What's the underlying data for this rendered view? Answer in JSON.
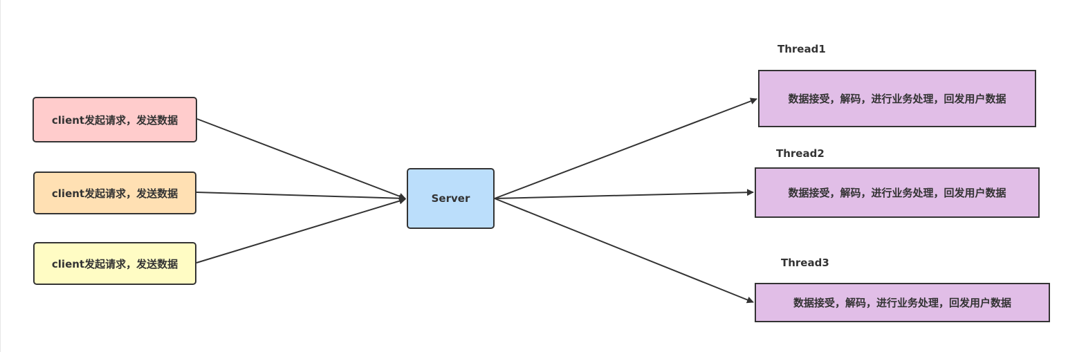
{
  "clients": [
    {
      "label": "client发起请求，发送数据",
      "color": "#ffcccc"
    },
    {
      "label": "client发起请求，发送数据",
      "color": "#ffe0b3"
    },
    {
      "label": "client发起请求，发送数据",
      "color": "#fffcc4"
    }
  ],
  "server": {
    "label": "Server",
    "color": "#bbdefb"
  },
  "threads": [
    {
      "title": "Thread1",
      "label": "数据接受，解码，进行业务处理，回发用户数据",
      "color": "#e1bee7"
    },
    {
      "title": "Thread2",
      "label": "数据接受，解码，进行业务处理，回发用户数据",
      "color": "#e1bee7"
    },
    {
      "title": "Thread3",
      "label": "数据接受，解码，进行业务处理，回发用户数据",
      "color": "#e1bee7"
    }
  ],
  "colors": {
    "stroke": "#333333"
  }
}
